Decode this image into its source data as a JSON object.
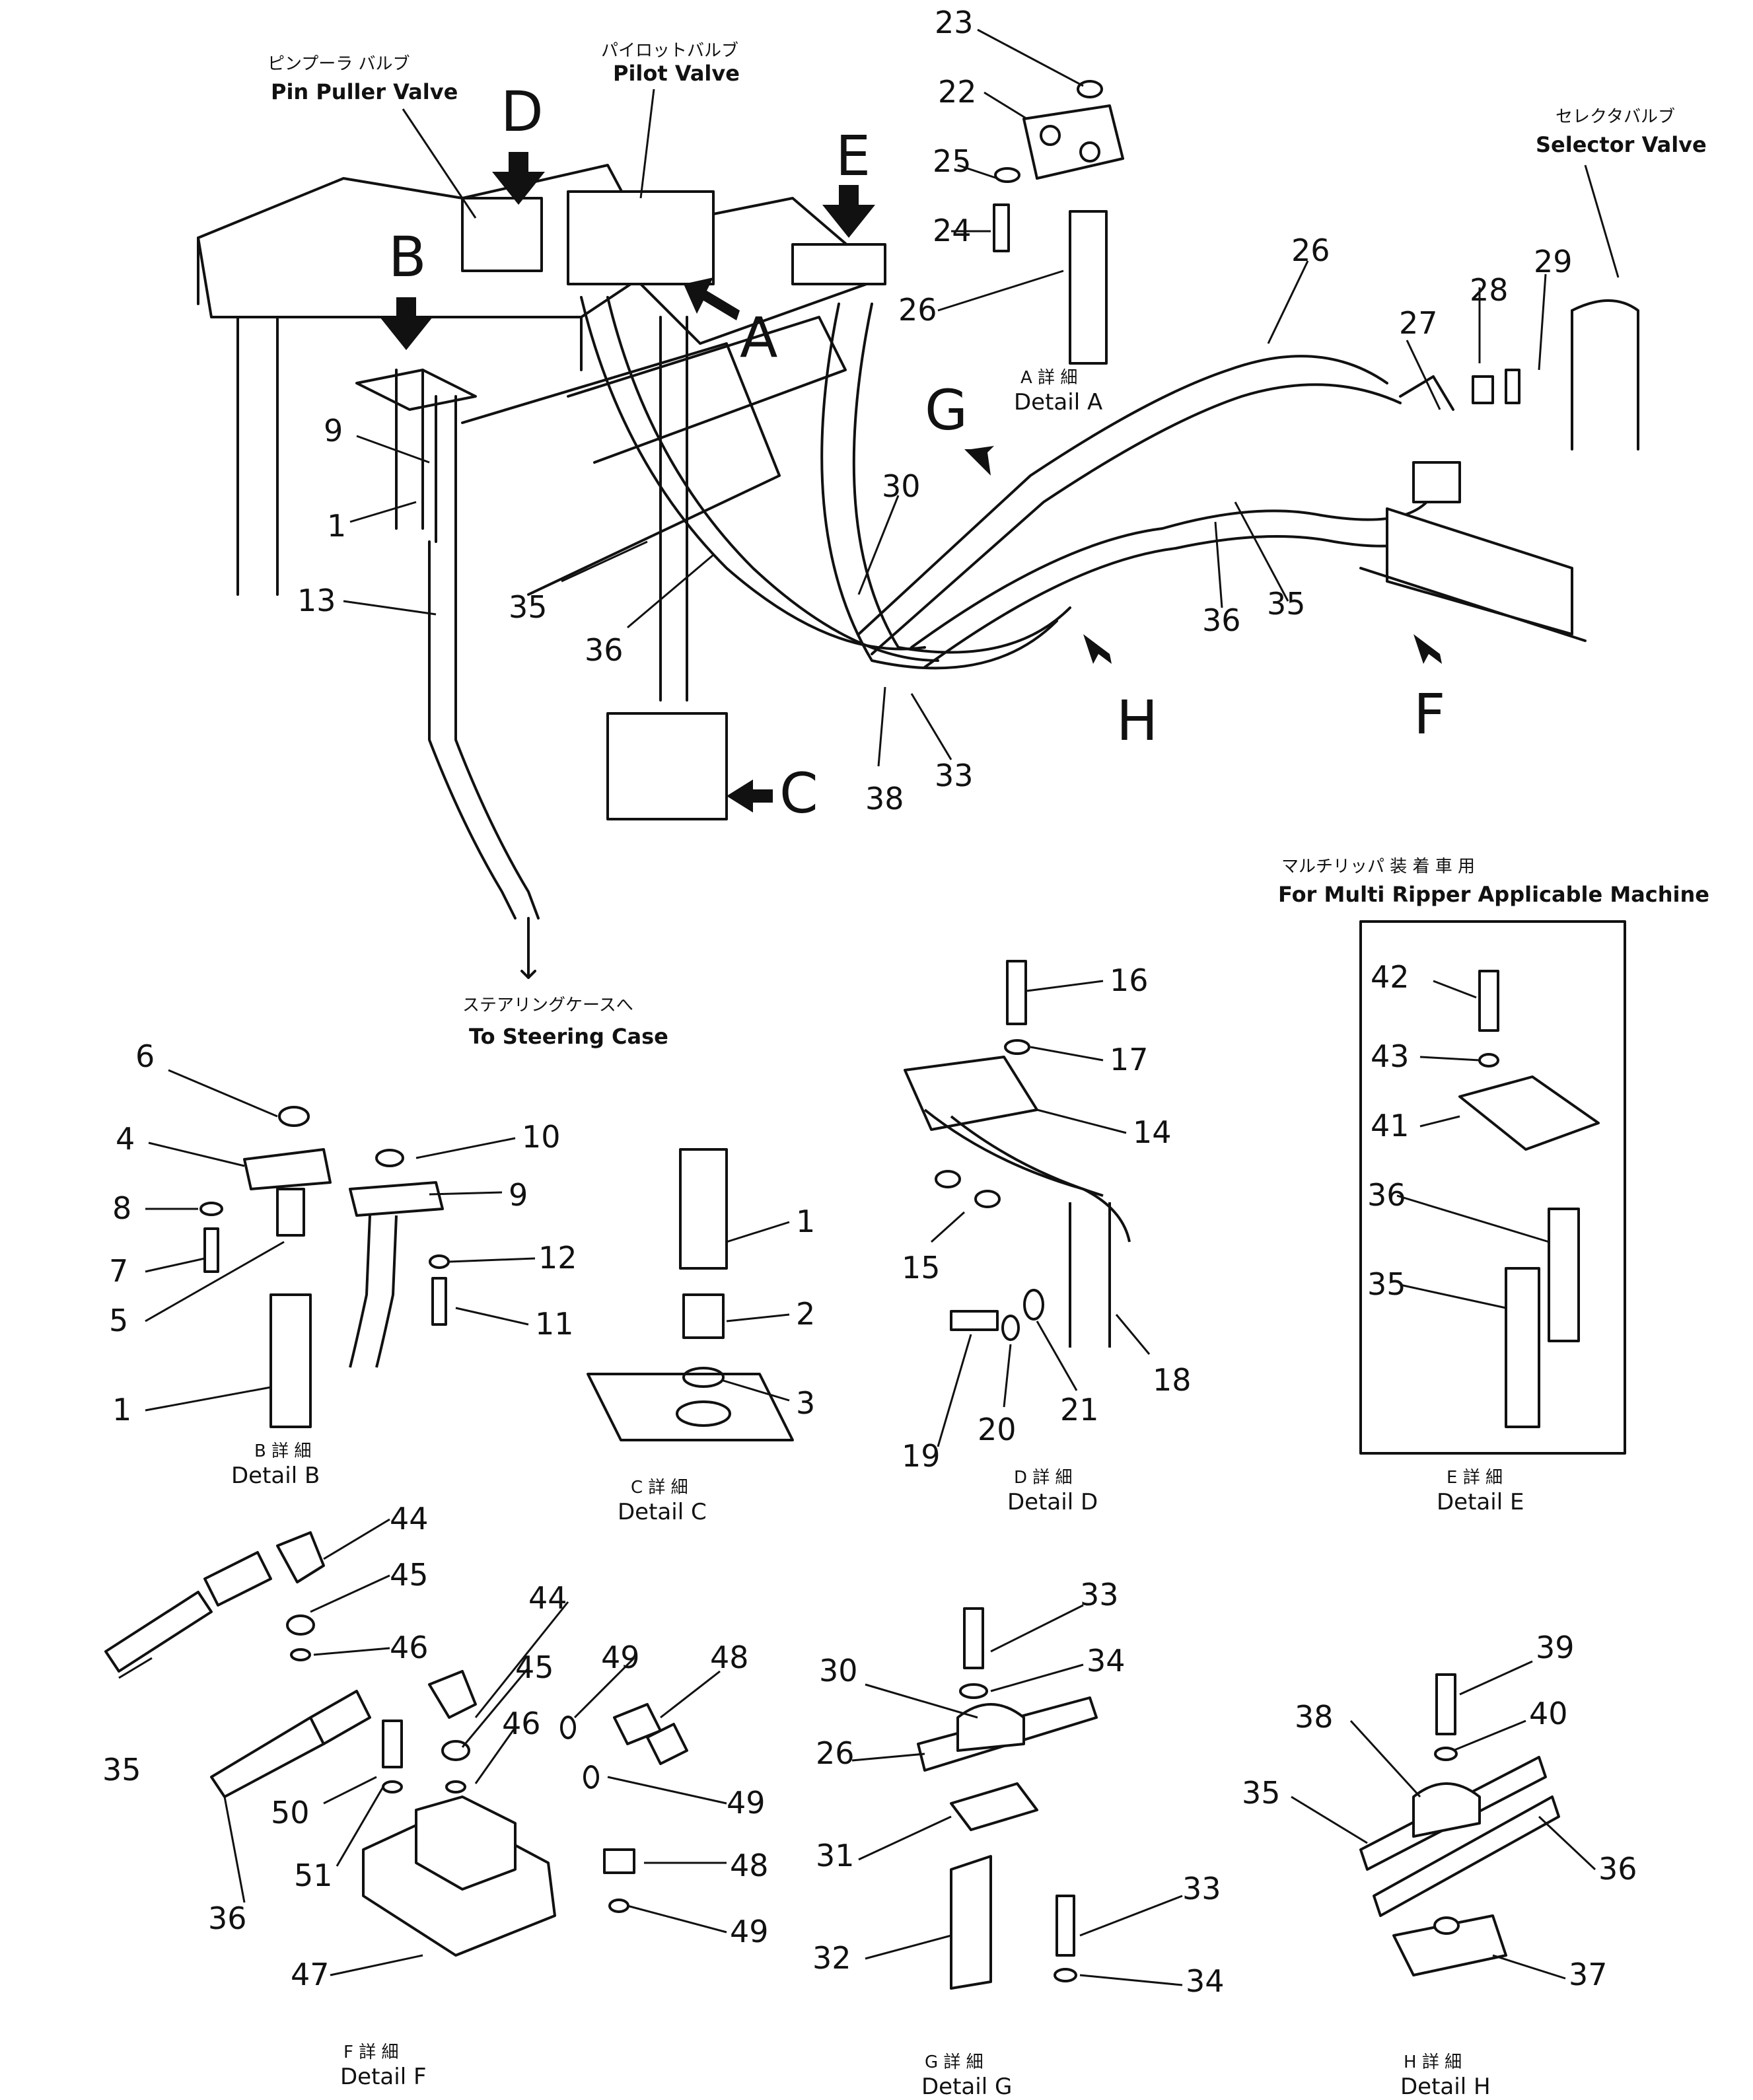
{
  "labels": {
    "pin_puller_jp": "ピンプーラ バルブ",
    "pin_puller_en": "Pin Puller Valve",
    "pilot_jp": "パイロットバルブ",
    "pilot_en": "Pilot Valve",
    "selector_jp": "セレクタバルブ",
    "selector_en": "Selector Valve",
    "steering_jp": "ステアリングケースへ",
    "steering_en": "To Steering Case",
    "multi_jp": "マルチリッパ 装 着 車 用",
    "multi_en": "For Multi Ripper Applicable Machine"
  },
  "view_arrows": [
    "A",
    "B",
    "C",
    "D",
    "E",
    "F",
    "G",
    "H"
  ],
  "details": [
    {
      "jp": "A 詳 細",
      "en": "Detail A"
    },
    {
      "jp": "B 詳 細",
      "en": "Detail B"
    },
    {
      "jp": "C 詳 細",
      "en": "Detail C"
    },
    {
      "jp": "D 詳 細",
      "en": "Detail D"
    },
    {
      "jp": "E 詳 細",
      "en": "Detail E"
    },
    {
      "jp": "F 詳 細",
      "en": "Detail F"
    },
    {
      "jp": "G 詳 細",
      "en": "Detail G"
    },
    {
      "jp": "H 詳 細",
      "en": "Detail H"
    }
  ],
  "callouts": {
    "main": [
      "23",
      "22",
      "25",
      "24",
      "26",
      "26",
      "27",
      "28",
      "29",
      "30",
      "9",
      "1",
      "13",
      "35",
      "36",
      "36",
      "35",
      "38",
      "33"
    ],
    "b": [
      "6",
      "4",
      "10",
      "9",
      "8",
      "7",
      "12",
      "5",
      "11",
      "1"
    ],
    "c": [
      "1",
      "2",
      "3"
    ],
    "d": [
      "16",
      "17",
      "14",
      "15",
      "19",
      "20",
      "21",
      "18"
    ],
    "e": [
      "42",
      "43",
      "41",
      "36",
      "35"
    ],
    "f": [
      "44",
      "45",
      "46",
      "44",
      "45",
      "46",
      "49",
      "48",
      "35",
      "50",
      "51",
      "49",
      "36",
      "48",
      "49",
      "47"
    ],
    "g": [
      "33",
      "34",
      "30",
      "26",
      "31",
      "33",
      "32",
      "34"
    ],
    "h": [
      "39",
      "40",
      "38",
      "35",
      "36",
      "37"
    ]
  }
}
